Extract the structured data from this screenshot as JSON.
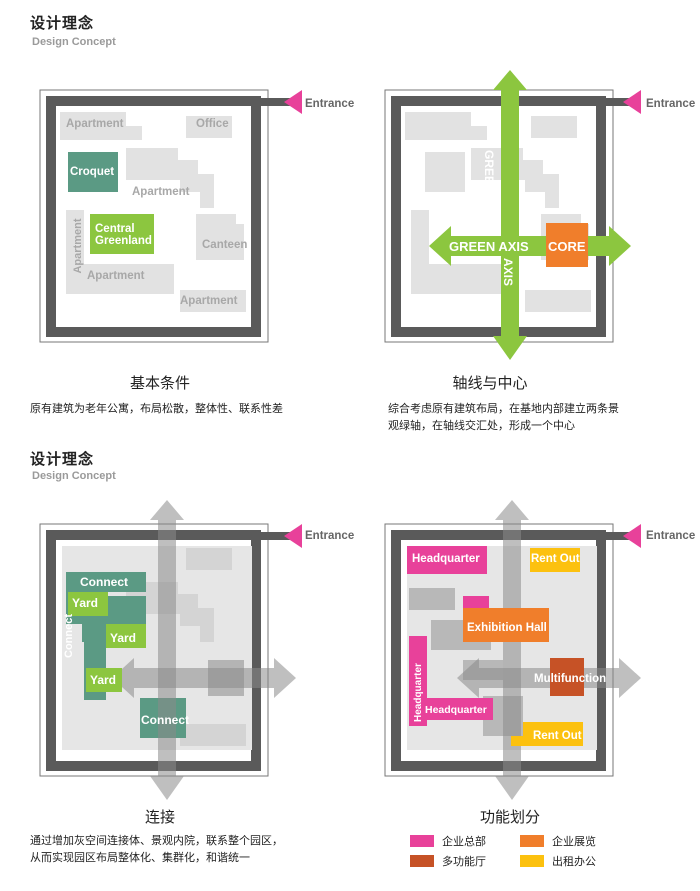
{
  "sections": {
    "top": {
      "title": "设计理念",
      "subtitle": "Design Concept"
    },
    "bottom": {
      "title": "设计理念",
      "subtitle": "Design Concept"
    }
  },
  "entrance_label": "Entrance",
  "panel1": {
    "caption": "基本条件",
    "description": "原有建筑为老年公寓，布局松散，整体性、联系性差",
    "labels": {
      "apartment_top": "Apartment",
      "office": "Office",
      "croquet": "Croquet",
      "apartment_mid": "Apartment",
      "apartment_vertical": "Apartment",
      "central_greenland_1": "Central",
      "central_greenland_2": "Greenland",
      "canteen": "Canteen",
      "apartment_low": "Apartment",
      "apartment_bottom": "Apartment"
    }
  },
  "panel2": {
    "caption": "轴线与中心",
    "description_lines": [
      "综合考虑原有建筑布局，在基地内部建立两条景",
      "观绿轴，在轴线交汇处，形成一个中心"
    ],
    "labels": {
      "green_vertical_1": "GREEN",
      "green_vertical_2": "AXIS",
      "green_axis": "GREEN AXIS",
      "core": "CORE"
    }
  },
  "panel3": {
    "caption": "连接",
    "description_lines": [
      "通过增加灰空间连接体、景观内院，联系整个园区，",
      "从而实现园区布局整体化、集群化，和谐统一"
    ],
    "labels": {
      "connect_top": "Connect",
      "yard1": "Yard",
      "connect_vertical": "Connect",
      "yard2": "Yard",
      "yard3": "Yard",
      "connect_bottom": "Connect"
    }
  },
  "panel4": {
    "caption": "功能划分",
    "labels": {
      "headquarter_top": "Headquarter",
      "rent_out_top": "Rent Out",
      "exhibition_hall": "Exhibition Hall",
      "headquarter_vertical": "Headquarter",
      "multifunction": "Multifunction",
      "headquarter_low": "Headquarter",
      "rent_out_bottom": "Rent Out"
    },
    "legend": [
      {
        "label": "企业总部",
        "color": "#e8419a"
      },
      {
        "label": "企业展览",
        "color": "#f07e2b"
      },
      {
        "label": "多功能厅",
        "color": "#c65226"
      },
      {
        "label": "出租办公",
        "color": "#fcc10f"
      }
    ]
  },
  "colors": {
    "frame": "#5a5a5a",
    "building": "#e2e2e2",
    "green": "#8cc63f",
    "teal": "#5b9a84",
    "magenta": "#e8419a",
    "orange": "#f07e2b",
    "rust": "#c65226",
    "yellow": "#fcc10f",
    "grey_arrow": "#9a9a9a"
  }
}
